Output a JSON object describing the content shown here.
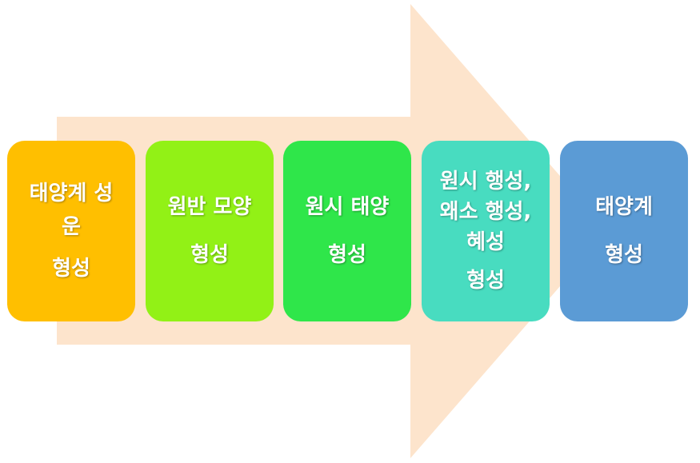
{
  "diagram": {
    "arrow_color": "#fde4cc",
    "steps": [
      {
        "lines": [
          "태양계 성",
          "운"
        ],
        "tail": "형성",
        "color": "#ffbf00"
      },
      {
        "lines": [
          "원반 모양"
        ],
        "tail": "형성",
        "color": "#92f116"
      },
      {
        "lines": [
          "원시 태양"
        ],
        "tail": "형성",
        "color": "#2fe64a"
      },
      {
        "lines": [
          "원시 행성,",
          "왜소 행성,",
          "혜성"
        ],
        "tail": "형성",
        "color": "#48dcc0"
      },
      {
        "lines": [
          "태양계"
        ],
        "tail": "형성",
        "color": "#5b9bd5"
      }
    ]
  }
}
